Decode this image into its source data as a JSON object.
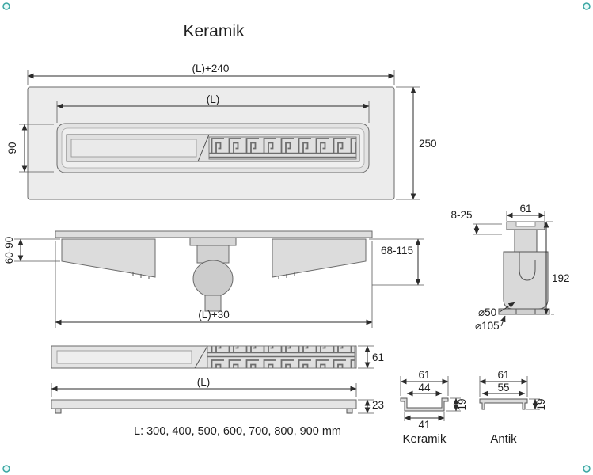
{
  "title": "Keramik",
  "note": {
    "lengths": "L: 300, 400, 500, 600, 700, 800, 900 mm"
  },
  "top_view": {
    "dim_overall": "(L)+240",
    "dim_inner": "(L)",
    "dim_left": "90",
    "dim_right": "250"
  },
  "install_view": {
    "dim_left": "60-90",
    "dim_right": "68-115",
    "dim_bottom": "(L)+30"
  },
  "outlet_view": {
    "dim_tile": "8-25",
    "dim_top": "61",
    "dim_height": "192",
    "dim_pipe": "⌀50",
    "dim_base": "⌀105"
  },
  "grate_view": {
    "dim_height": "61"
  },
  "rail_view": {
    "dim_length": "(L)",
    "dim_height": "23"
  },
  "detail_keramik": {
    "label": "Keramik",
    "dim_outer": "61",
    "dim_inner": "44",
    "dim_height": "19",
    "dim_base": "41"
  },
  "detail_antik": {
    "label": "Antik",
    "dim_outer": "61",
    "dim_inner": "55",
    "dim_height": "19"
  },
  "colors": {
    "line": "#2b2b2b",
    "fill_light": "#ececec",
    "fill_mid": "#dcdcdc",
    "corner_marker": "#3aa7a3"
  }
}
